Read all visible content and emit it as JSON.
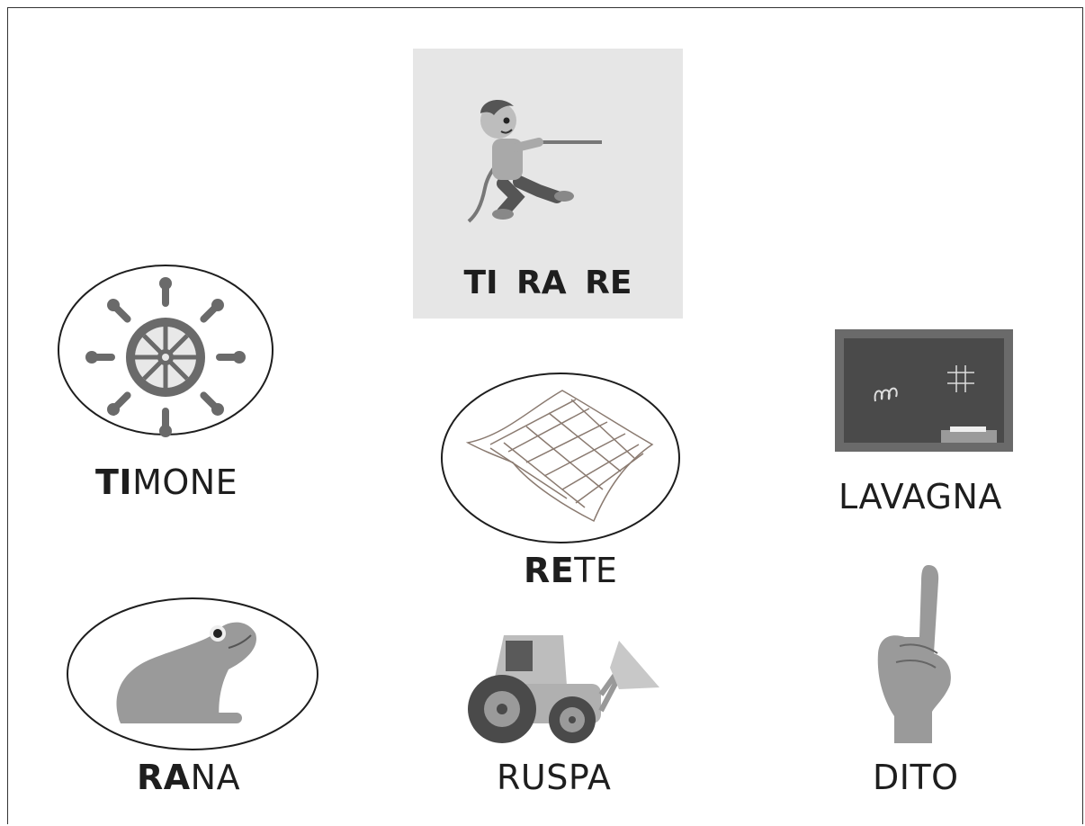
{
  "main_word": {
    "syllables": [
      "TI",
      "RA",
      "RE"
    ]
  },
  "items": [
    {
      "id": "timone",
      "bold": "TI",
      "rest": "MONE",
      "icon": "ship-wheel-icon",
      "circled": true
    },
    {
      "id": "rete",
      "bold": "RE",
      "rest": "TE",
      "icon": "net-icon",
      "circled": true
    },
    {
      "id": "lavagna",
      "bold": "",
      "rest": "LAVAGNA",
      "icon": "blackboard-icon",
      "circled": false
    },
    {
      "id": "rana",
      "bold": "RA",
      "rest": "NA",
      "icon": "frog-icon",
      "circled": true
    },
    {
      "id": "ruspa",
      "bold": "",
      "rest": "RUSPA",
      "icon": "bulldozer-icon",
      "circled": false
    },
    {
      "id": "dito",
      "bold": "",
      "rest": "DITO",
      "icon": "finger-icon",
      "circled": false
    }
  ],
  "colors": {
    "card_bg": "#e6e6e6",
    "ink": "#1e1e1e",
    "icon_gray": "#8a8a8a",
    "icon_dark": "#4a4a4a"
  }
}
